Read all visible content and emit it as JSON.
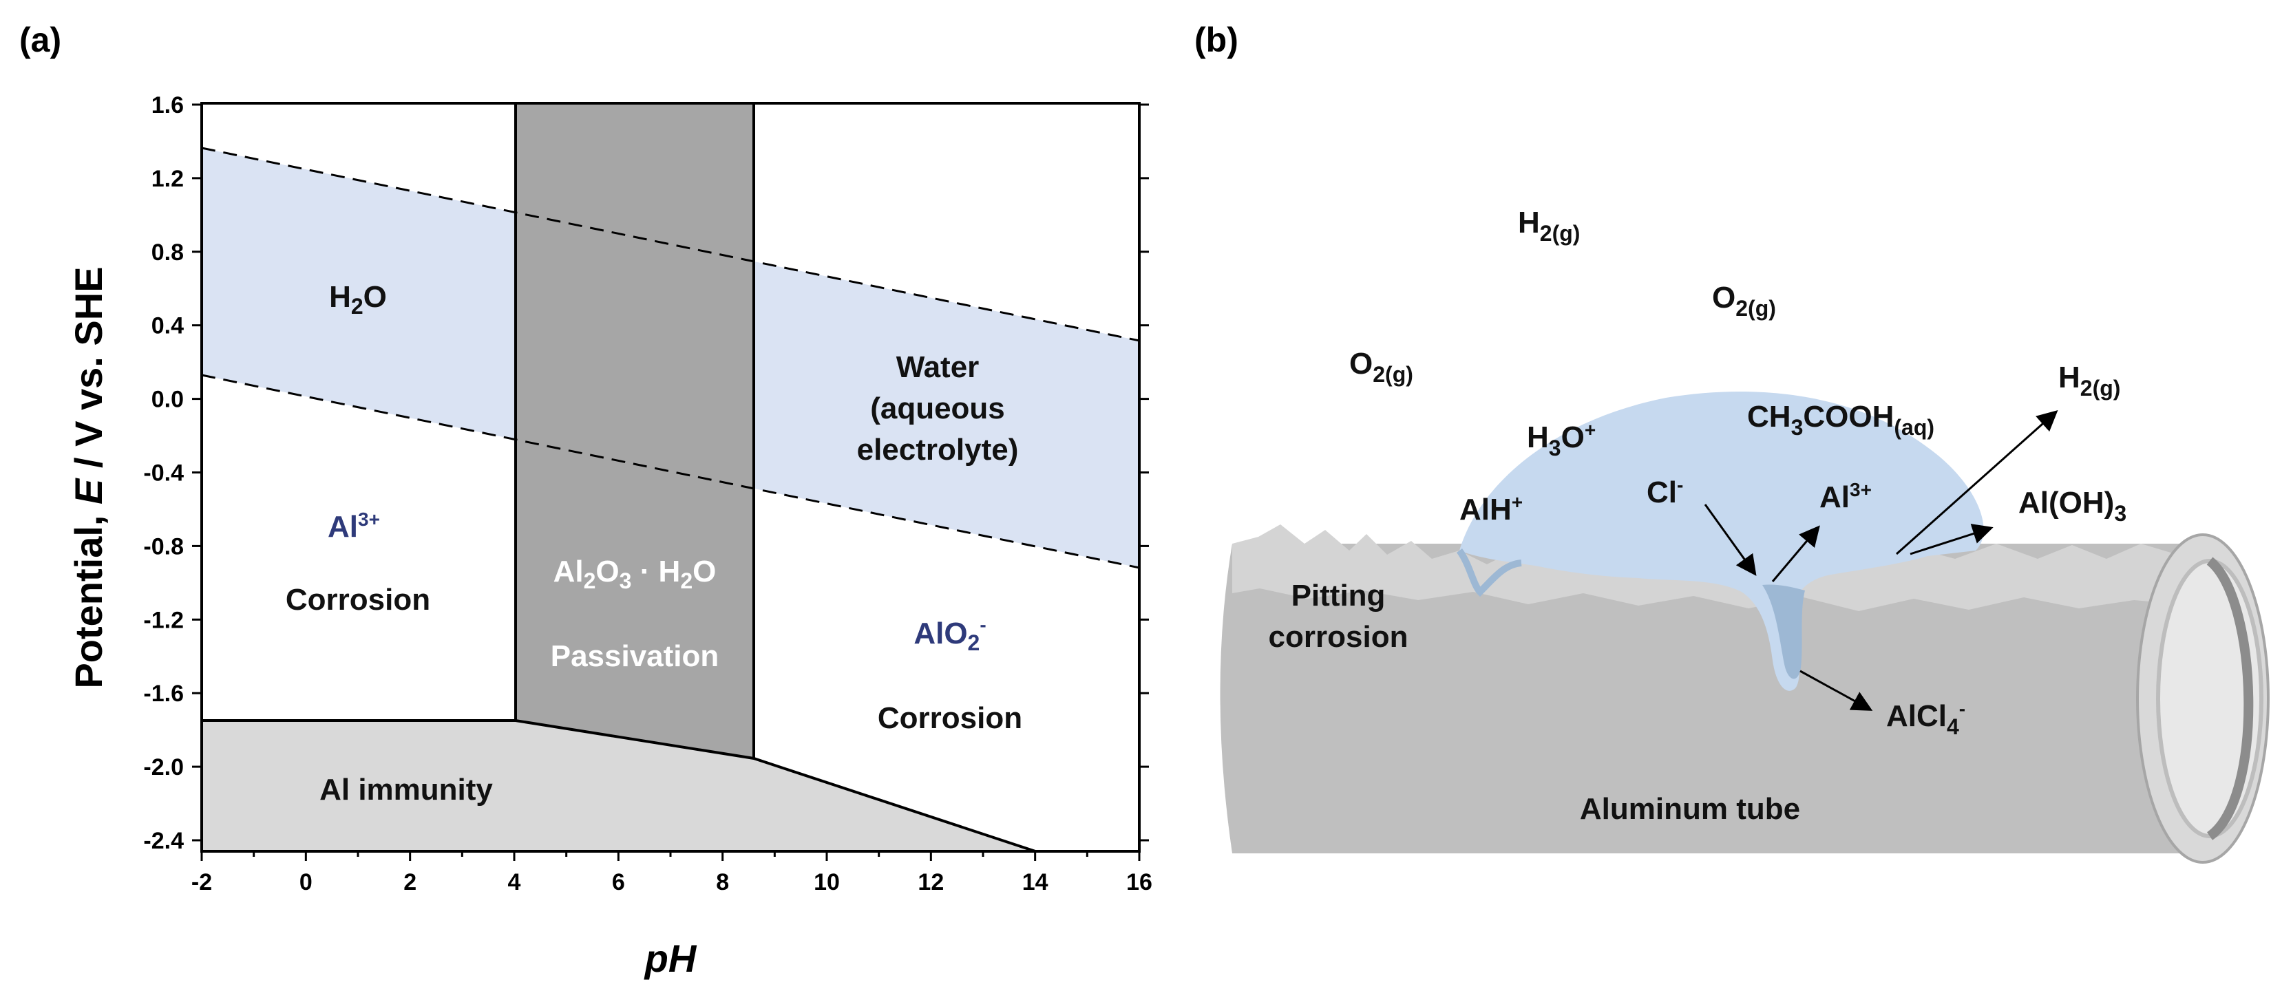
{
  "panel_a": {
    "label": "(a)",
    "x_axis_title": "pH",
    "y_axis_title_prefix": "Potential, ",
    "y_axis_title_italic": "E",
    "y_axis_title_suffix": " / V vs. SHE",
    "x_ticks": [
      "-2",
      "0",
      "2",
      "4",
      "6",
      "8",
      "10",
      "12",
      "14",
      "16"
    ],
    "y_ticks": [
      "1.6",
      "1.2",
      "0.8",
      "0.4",
      "0.0",
      "-0.4",
      "-0.8",
      "-1.2",
      "-1.6",
      "-2.0",
      "-2.4"
    ],
    "colors": {
      "water_band": "#dae3f3",
      "passivation": "#a6a6a6",
      "immunity": "#d9d9d9",
      "species_text": "#2e3a7a"
    },
    "regions": {
      "h2o": {
        "main": "H",
        "sub": "2",
        "rest": "O"
      },
      "water": [
        "Water",
        "(aqueous",
        "electrolyte)"
      ],
      "al3_ion": {
        "main": "Al",
        "sup": "3+"
      },
      "corrosion_left": "Corrosion",
      "passive_formula": {
        "a": "Al",
        "a_sub": "2",
        "b": "O",
        "b_sub": "3",
        "c": " · H",
        "c_sub": "2",
        "d": "O"
      },
      "passivation": "Passivation",
      "alo2_ion": {
        "main": "AlO",
        "sub": "2",
        "sup": "-"
      },
      "corrosion_right": "Corrosion",
      "immunity": "Al immunity"
    }
  },
  "panel_b": {
    "label": "(b)",
    "colors": {
      "tube_body": "#bfbfbf",
      "tube_top": "#d4d4d4",
      "droplet": "#c6d9ef",
      "pit": "#9db8d4",
      "tube_end": "#e8e8e8"
    },
    "species": {
      "h2_top": {
        "main": "H",
        "sub": "2(g)"
      },
      "o2_middle": {
        "main": "O",
        "sub": "2(g)"
      },
      "o2_left": {
        "main": "O",
        "sub": "2(g)"
      },
      "h2_right": {
        "main": "H",
        "sub": "2(g)"
      },
      "ch3cooh": {
        "a": "CH",
        "a_sub": "3",
        "b": "COOH",
        "b_sub": "(aq)"
      },
      "h3o": {
        "main": "H",
        "sub": "3",
        "mid": "O",
        "sup": "+"
      },
      "alh": {
        "main": "AlH",
        "sup": "+"
      },
      "cl": {
        "main": "Cl",
        "sup": "-"
      },
      "al3": {
        "main": "Al",
        "sup": "3+"
      },
      "aloh3": {
        "main": "Al(OH)",
        "sub": "3"
      },
      "alcl4": {
        "main": "AlCl",
        "sub": "4",
        "sup": "-"
      }
    },
    "labels": {
      "pitting": [
        "Pitting",
        "corrosion"
      ],
      "tube": "Aluminum tube"
    }
  }
}
